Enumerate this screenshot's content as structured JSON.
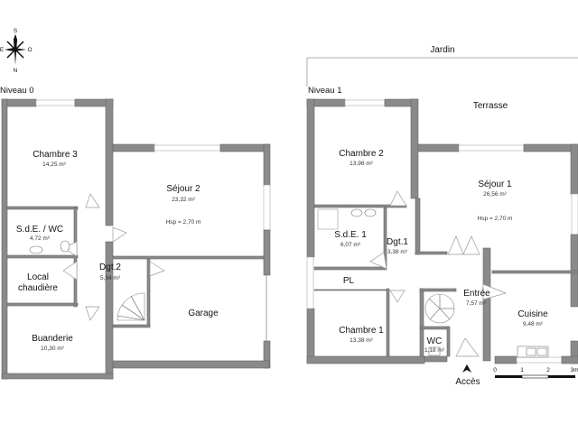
{
  "compass": {
    "north": "N",
    "south": "S",
    "east": "E",
    "west": "O"
  },
  "level0": {
    "label": "Niveau 0",
    "rooms": [
      {
        "name": "Chambre 3",
        "area": "14,25 m²"
      },
      {
        "name": "Séjour 2",
        "area": "23,32 m²",
        "note": "Hsp = 2,70 m"
      },
      {
        "name": "S.d.E. / WC",
        "area": "4,72 m²"
      },
      {
        "name": "Local",
        "name2": "chaudière"
      },
      {
        "name": "Dgt.2",
        "area": "5,94 m²"
      },
      {
        "name": "Garage"
      },
      {
        "name": "Buanderie",
        "area": "10,30 m²"
      }
    ]
  },
  "level1": {
    "label": "Niveau 1",
    "garden": "Jardin",
    "terrace": "Terrasse",
    "rooms": [
      {
        "name": "Chambre 2",
        "area": "13,98 m²"
      },
      {
        "name": "Séjour 1",
        "area": "26,56 m²",
        "note": "Hsp = 2,70 m"
      },
      {
        "name": "S.d.E. 1",
        "area": "6,07 m²"
      },
      {
        "name": "Dgt.1",
        "area": "3,38 m²"
      },
      {
        "name": "PL"
      },
      {
        "name": "Entrée",
        "area": "7,57 m²"
      },
      {
        "name": "Cuisine",
        "area": "9,48 m²"
      },
      {
        "name": "Chambre 1",
        "area": "13,38 m²"
      },
      {
        "name": "WC",
        "area": "1,18 m²"
      }
    ],
    "access": "Accès"
  },
  "scale": {
    "ticks": [
      "0",
      "1",
      "2",
      "3m"
    ]
  }
}
